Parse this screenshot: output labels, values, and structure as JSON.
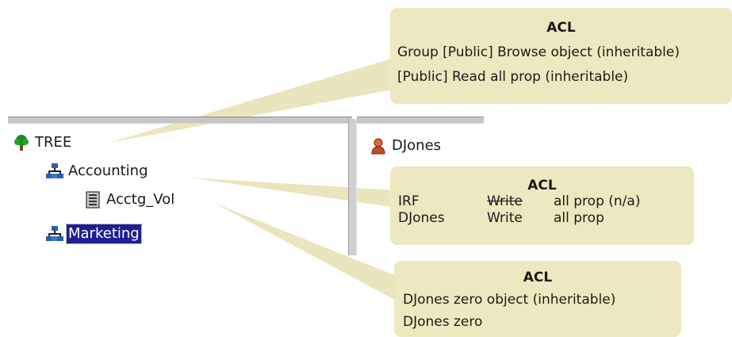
{
  "tree": {
    "root": {
      "label": "TREE",
      "icon": "tree-icon"
    },
    "items": [
      {
        "label": "Accounting",
        "icon": "organization-icon",
        "selected": false
      },
      {
        "label": "Acctg_Vol",
        "icon": "volume-icon",
        "selected": false
      },
      {
        "label": "Marketing",
        "icon": "organization-icon",
        "selected": true
      }
    ]
  },
  "right_pane": {
    "user": {
      "label": "DJones",
      "icon": "user-icon"
    }
  },
  "callouts": {
    "tree_acl": {
      "title": "ACL",
      "lines": [
        "Group [Public] Browse object (inheritable)",
        "[Public] Read all prop (inheritable)"
      ]
    },
    "accounting_acl": {
      "title": "ACL",
      "rows": [
        {
          "trustee": "IRF",
          "right": "Write",
          "scope": "all prop  (n/a)",
          "struck": true
        },
        {
          "trustee": "DJones",
          "right": "Write",
          "scope": "all prop",
          "struck": false
        }
      ]
    },
    "volume_acl": {
      "title": "ACL",
      "lines": [
        "DJones zero object (inheritable)",
        "DJones zero"
      ]
    }
  },
  "colors": {
    "callout_fill": "#ede8bf",
    "wedge_fill": "#ebe5bd",
    "selection": "#1f1f8f"
  }
}
